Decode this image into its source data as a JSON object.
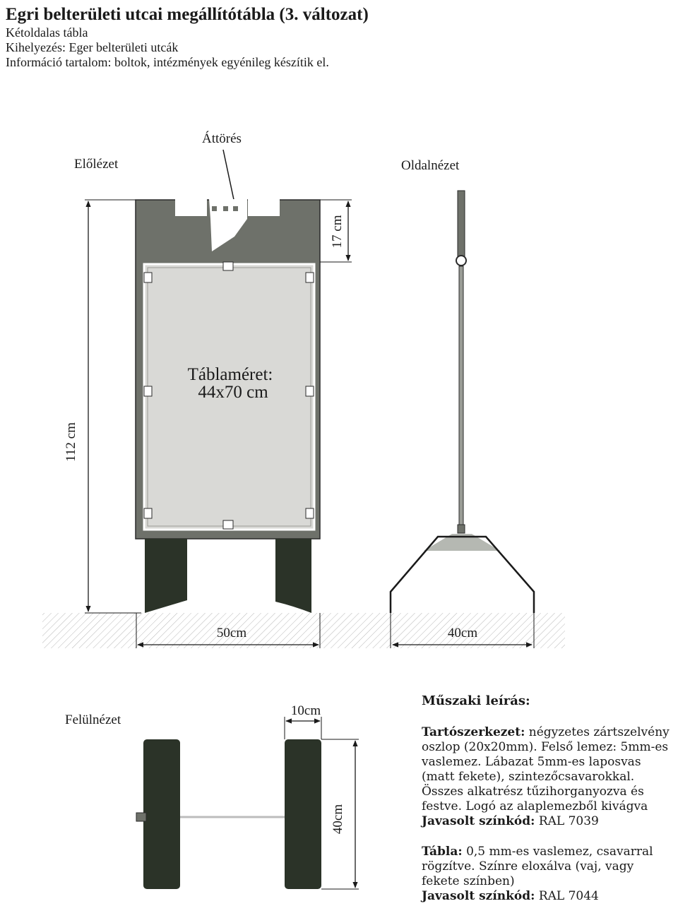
{
  "header": {
    "title": "Egri belterületi utcai megállítótábla (3. változat)",
    "line1": "Kétoldalas tábla",
    "line2": "Kihelyezés: Eger belterületi utcák",
    "line3": "Információ tartalom: boltok, intézmények egyénileg készítik el."
  },
  "labels": {
    "front_view": "Előlézet",
    "side_view": "Oldalnézet",
    "top_view": "Felülnézet",
    "cutout": "Áttörés",
    "sign_size_1": "Táblaméret:",
    "sign_size_2": "44x70 cm",
    "height_total": "112 cm",
    "height_top": "17 cm",
    "width_front": "50cm",
    "width_side": "40cm",
    "width_foot": "10cm",
    "depth_top": "40cm"
  },
  "tech": {
    "heading": "Műszaki leírás:",
    "p1_label": "Tartószerkezet:",
    "p1_text": " négyzetes zártszelvény oszlop (20x20mm). Felső lemez: 5mm-es vaslemez. Lábazat 5mm-es laposvas (matt fekete), szintezőcsavarokkal. Összes alkatrész tűzihorganyozva és festve. Logó az alaplemezből kivágva",
    "p1_color_label": "Javasolt színkód:",
    "p1_color": " RAL 7039",
    "p2_label": "Tábla:",
    "p2_text": " 0,5 mm-es vaslemez, csavarral rögzítve. Színre eloxálva (vaj, vagy fekete színben)",
    "p2_color_label": "Javasolt színkód:",
    "p2_color": " RAL 7044"
  },
  "colors": {
    "frame": "#6e716a",
    "panel": "#d9d9d6",
    "legs": "#2b3328",
    "ground": "#9a9a9a"
  }
}
